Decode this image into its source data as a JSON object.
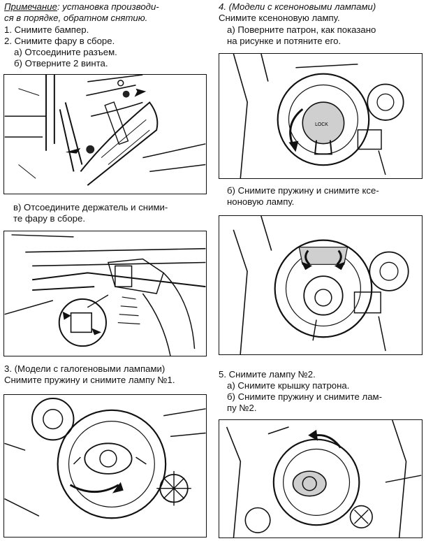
{
  "left": {
    "note_label": "Примечание",
    "note_rest": ": установка производи-",
    "note_line2": "ся в порядке, обратном снятию.",
    "step1": "1. Снимите бампер.",
    "step2": "2. Снимите фару в сборе.",
    "step2a": "а) Отсоедините разъем.",
    "step2b": "б) Отверните 2 винта.",
    "step2c_line1": "в) Отсоедините держатель и сними-",
    "step2c_line2": "те фару в сборе.",
    "step3_line1": "3. (Модели с галогеновыми лампами)",
    "step3_line2": "Снимите пружину и снимите лампу №1."
  },
  "right": {
    "step4_line1": "4. (Модели с ксеноновыми лампами)",
    "step4_line2": "Снимите ксеноновую лампу.",
    "step4a_line1": "а) Поверните патрон, как показано",
    "step4a_line2": "на рисунке и потяните его.",
    "step4b_line1": "б) Снимите пружину и снимите ксе-",
    "step4b_line2": "ноновую лампу.",
    "step5": "5. Снимите лампу №2.",
    "step5a": "а) Снимите крышку патрона.",
    "step5b_line1": "б) Снимите пружину и снимите лам-",
    "step5b_line2": "пу №2."
  },
  "figures": {
    "lock_label": "LOCK"
  }
}
